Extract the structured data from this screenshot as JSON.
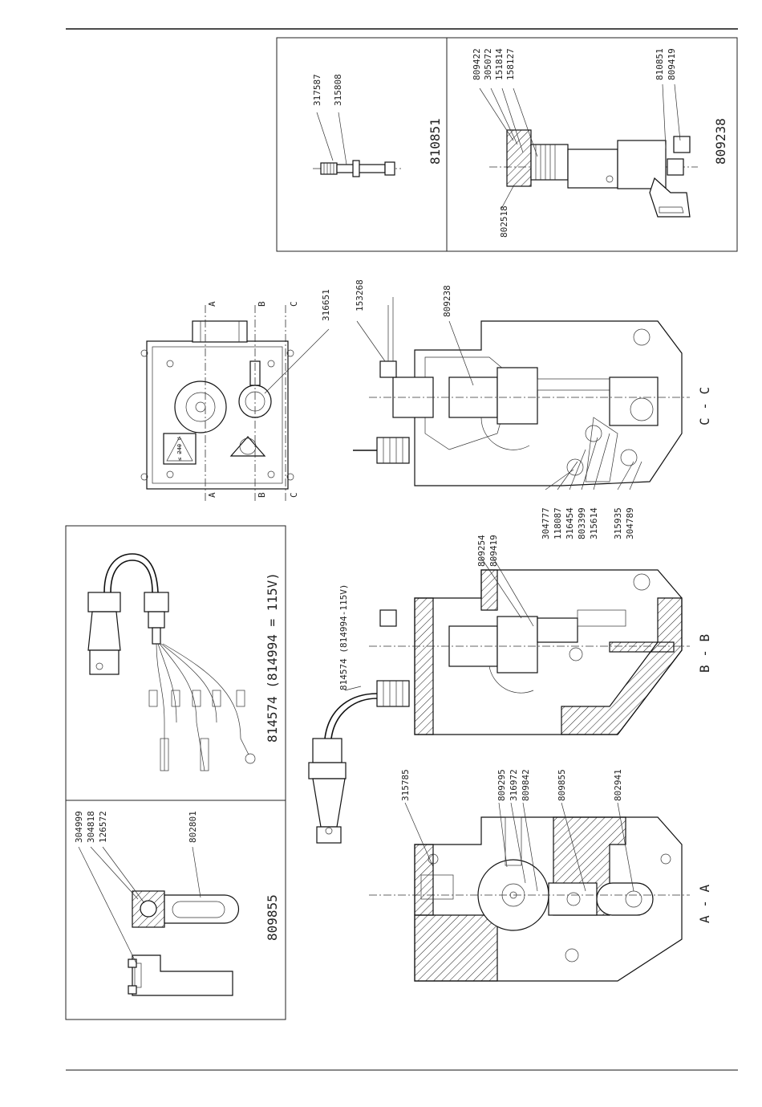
{
  "sheet": {
    "top_insets": {
      "insert_left_labels": [
        "317587",
        "315808"
      ],
      "insert_left_title": "810851",
      "insert_right_labels": [
        "809422",
        "305072",
        "151814",
        "158127",
        "810851",
        "809419"
      ],
      "insert_right_bottom_label": "802518",
      "insert_right_title": "809238"
    },
    "front_view": {
      "labels": [
        "316651"
      ],
      "section_markers": [
        "A",
        "B",
        "C"
      ],
      "warning_text": "≤ 240 V"
    },
    "section_cc": {
      "title": "C - C",
      "top_labels": [
        "153268",
        "809238"
      ],
      "side_labels": [
        "304777",
        "118087",
        "316454",
        "803399",
        "315614",
        "315935",
        "304789"
      ]
    },
    "section_bb": {
      "title": "B - B",
      "top_labels": [
        "809254",
        "809419"
      ],
      "cable_label": "814574 (814994-115V)"
    },
    "section_aa": {
      "title": "A - A",
      "top_labels": [
        "315785",
        "809295",
        "316972",
        "809842",
        "809855",
        "802941"
      ]
    },
    "cable_inset": {
      "caption": "814574 (814994 = 115V)"
    },
    "bracket_inset": {
      "labels": [
        "304999",
        "304818",
        "126572",
        "802801"
      ],
      "title": "809855"
    }
  }
}
